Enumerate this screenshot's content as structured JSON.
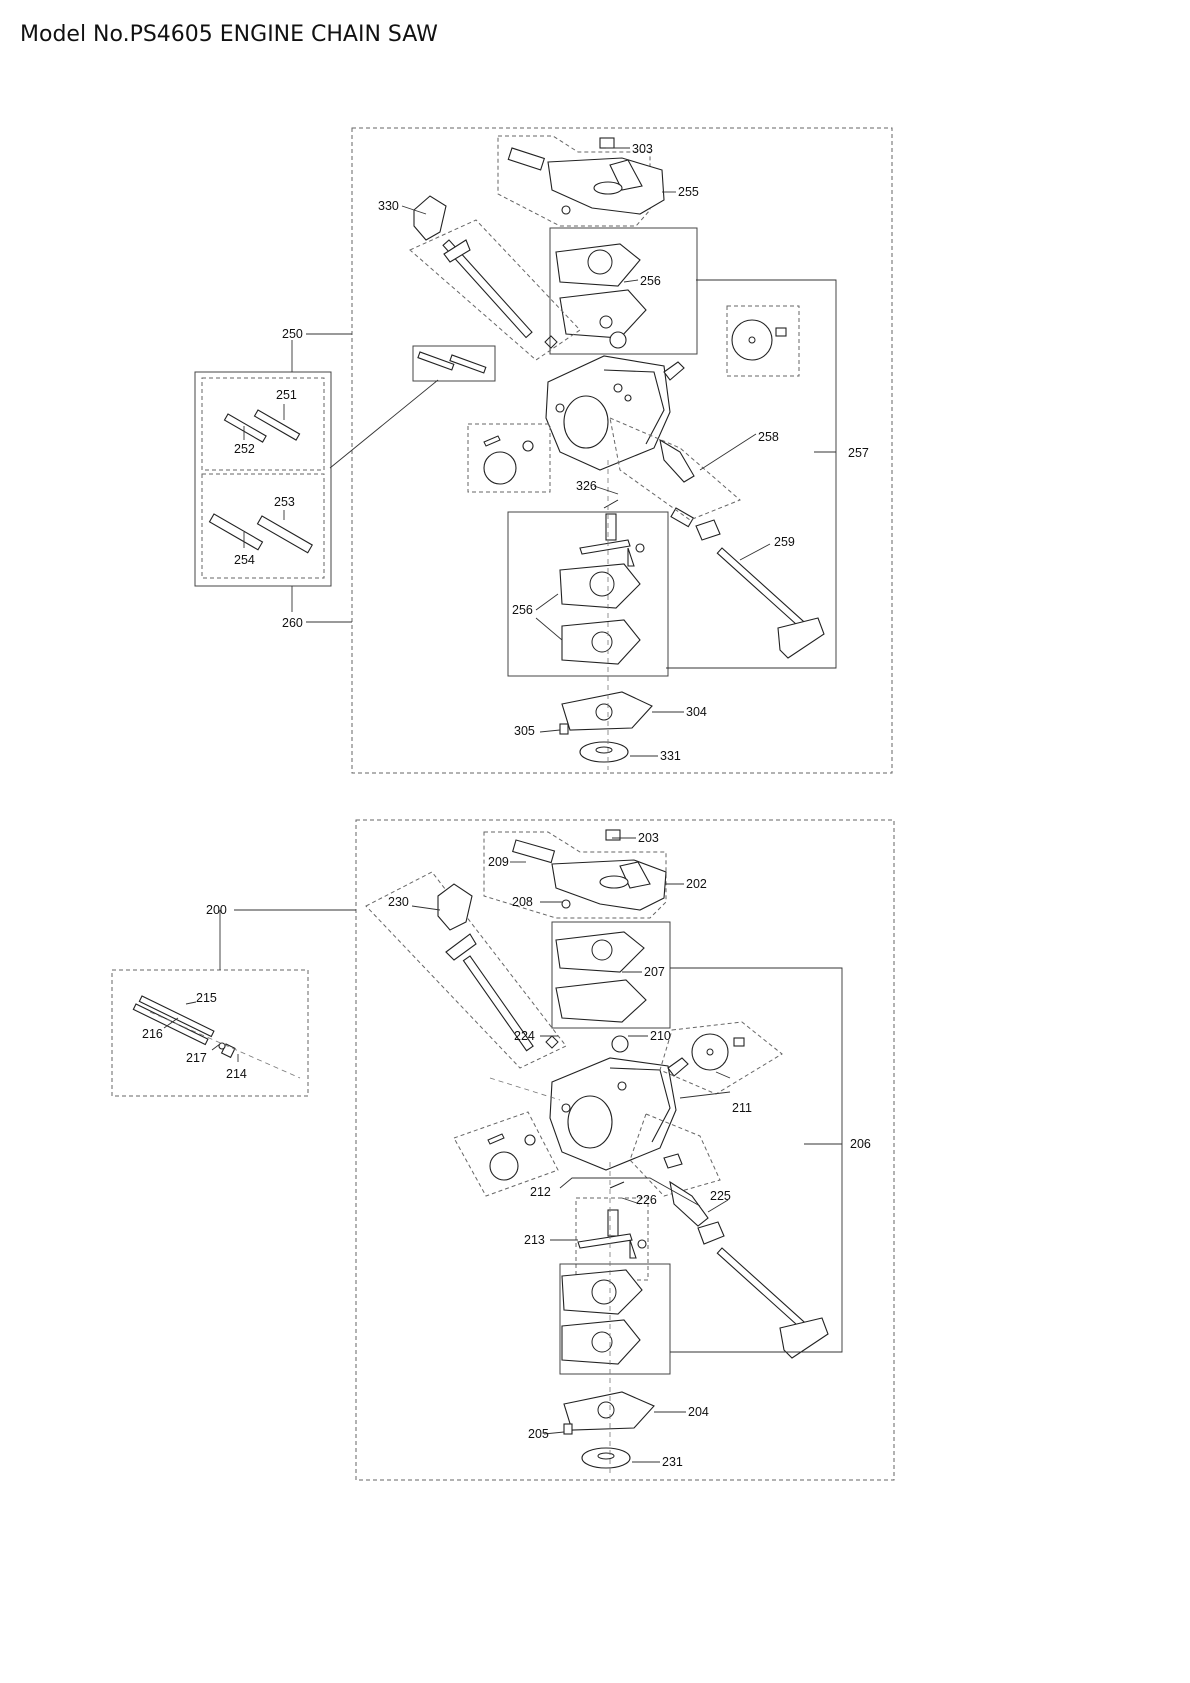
{
  "page": {
    "title": "Model No.PS4605 ENGINE CHAIN SAW"
  },
  "top_assembly": {
    "labels": {
      "p303": "303",
      "p255": "255",
      "p330": "330",
      "p256a": "256",
      "p250": "250",
      "p251": "251",
      "p252": "252",
      "p253": "253",
      "p254": "254",
      "p258": "258",
      "p257": "257",
      "p326": "326",
      "p259": "259",
      "p256b": "256",
      "p260": "260",
      "p304": "304",
      "p305": "305",
      "p331": "331"
    }
  },
  "bottom_assembly": {
    "labels": {
      "p203": "203",
      "p209": "209",
      "p202": "202",
      "p208": "208",
      "p200": "200",
      "p230": "230",
      "p207": "207",
      "p215": "215",
      "p216": "216",
      "p217": "217",
      "p214": "214",
      "p224": "224",
      "p210": "210",
      "p211": "211",
      "p206": "206",
      "p212": "212",
      "p226": "226",
      "p225": "225",
      "p213": "213",
      "p204": "204",
      "p205": "205",
      "p231": "231"
    }
  }
}
